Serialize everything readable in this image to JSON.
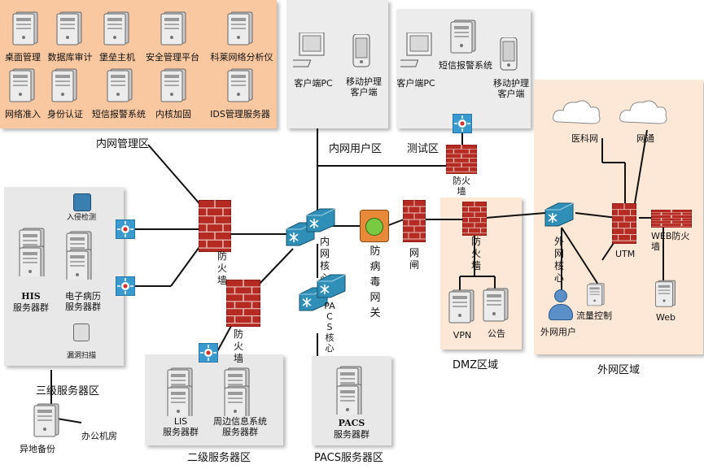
{
  "zones": {
    "mgmt": "内网管理区",
    "user": "内网用户区",
    "test": "测试区",
    "three": "三级服务器区",
    "two": "二级服务器区",
    "pacs": "PACS服务器区",
    "dmz": "DMZ区域",
    "ext": "外网区域"
  },
  "mgmt_items": [
    "桌面管理",
    "数据库审计",
    "堡垒主机",
    "安全管理平台",
    "科莱网络分析仪",
    "网络准入",
    "身份认证",
    "短信报警系统",
    "内核加固",
    "IDS管理服务器"
  ],
  "user_items": {
    "pc": "客户端PC",
    "mobile": "移动护理\n客户端"
  },
  "test_items": {
    "pc": "客户端PC",
    "sms": "短信报警系统",
    "mobile": "移动护理\n客户端"
  },
  "three_items": {
    "ids": "入侵检测",
    "his_a": "HIS",
    "his_b": "服务器群",
    "emr": "电子病历\n服务器群",
    "scan": "漏洞扫描",
    "office": "办公机房",
    "backup": "异地备份"
  },
  "two_items": {
    "lis": "LIS\n服务器群",
    "peri": "周边信息系统\n服务器群"
  },
  "pacs_items": {
    "a": "PACS",
    "b": "服务器群"
  },
  "vertical": {
    "fw1": "防火墙",
    "fw2": "防火墙",
    "core": "内网核心",
    "av": "防病毒网关",
    "gap": "网闸",
    "pcore": "PACS核心",
    "fw_dmz": "防火墙",
    "ext_core": "外网核心"
  },
  "fw_test": "防火\n墙",
  "dmz_items": {
    "vpn": "VPN",
    "notice": "公告"
  },
  "ext_items": {
    "med": "医科网",
    "wt": "网通",
    "utm": "UTM",
    "webfw": "WEB防火\n墙",
    "web": "Web",
    "flow": "流量控制",
    "ext_user": "外网用户"
  },
  "colors": {
    "orange": "#f9c7a0",
    "peach": "#fde8d8",
    "grey": "#e6e6e6",
    "fw": "#b52a22",
    "router": "#2f8fb7"
  }
}
